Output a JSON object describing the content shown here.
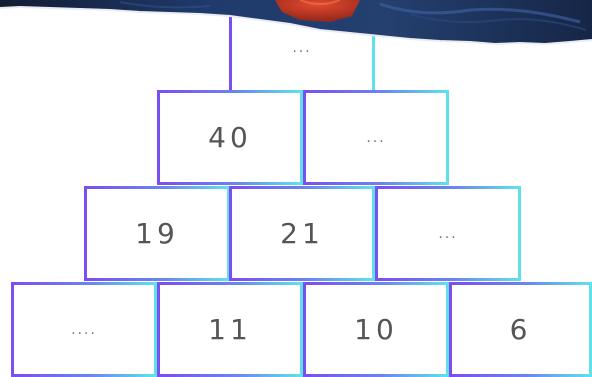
{
  "pyramid": {
    "row1": [
      "..."
    ],
    "row2": [
      "40",
      "..."
    ],
    "row3": [
      "19",
      "21",
      "..."
    ],
    "row4": [
      "....",
      "11",
      "10",
      "6"
    ]
  },
  "colors": {
    "border_start": "#7b4ef0",
    "border_end": "#5fe1ec",
    "banner_dark": "#1a2a4e",
    "banner_red": "#d9402b"
  }
}
